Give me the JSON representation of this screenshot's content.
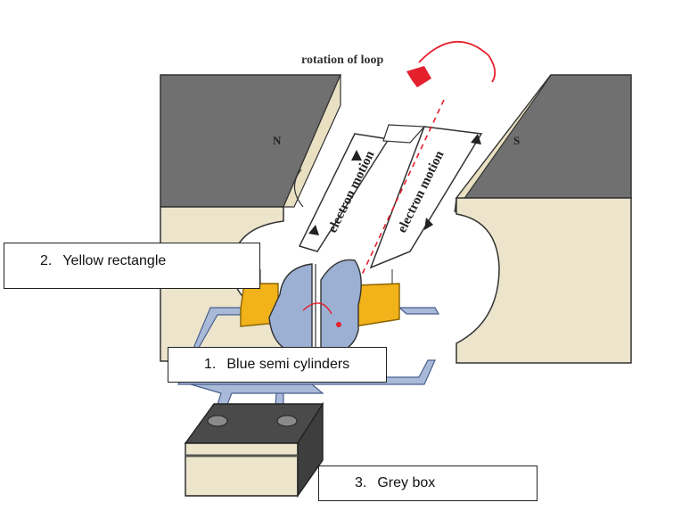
{
  "diagram": {
    "rotation_label": "rotation of loop",
    "pole_north": "N",
    "pole_south": "S",
    "electron_left": "electron motion",
    "electron_right": "electron motion"
  },
  "labels": [
    {
      "number": "1.",
      "text": "Blue semi cylinders"
    },
    {
      "number": "2.",
      "text": "Yellow rectangle"
    },
    {
      "number": "3.",
      "text": "Grey box"
    }
  ],
  "colors": {
    "magnet_top": "#6e6e6e",
    "magnet_face": "#ece5cc",
    "commutator_blue": "#9bb0d3",
    "brush_yellow": "#f1b21a",
    "battery_top": "#4a4a4a",
    "rotation_red": "#e4202c"
  }
}
